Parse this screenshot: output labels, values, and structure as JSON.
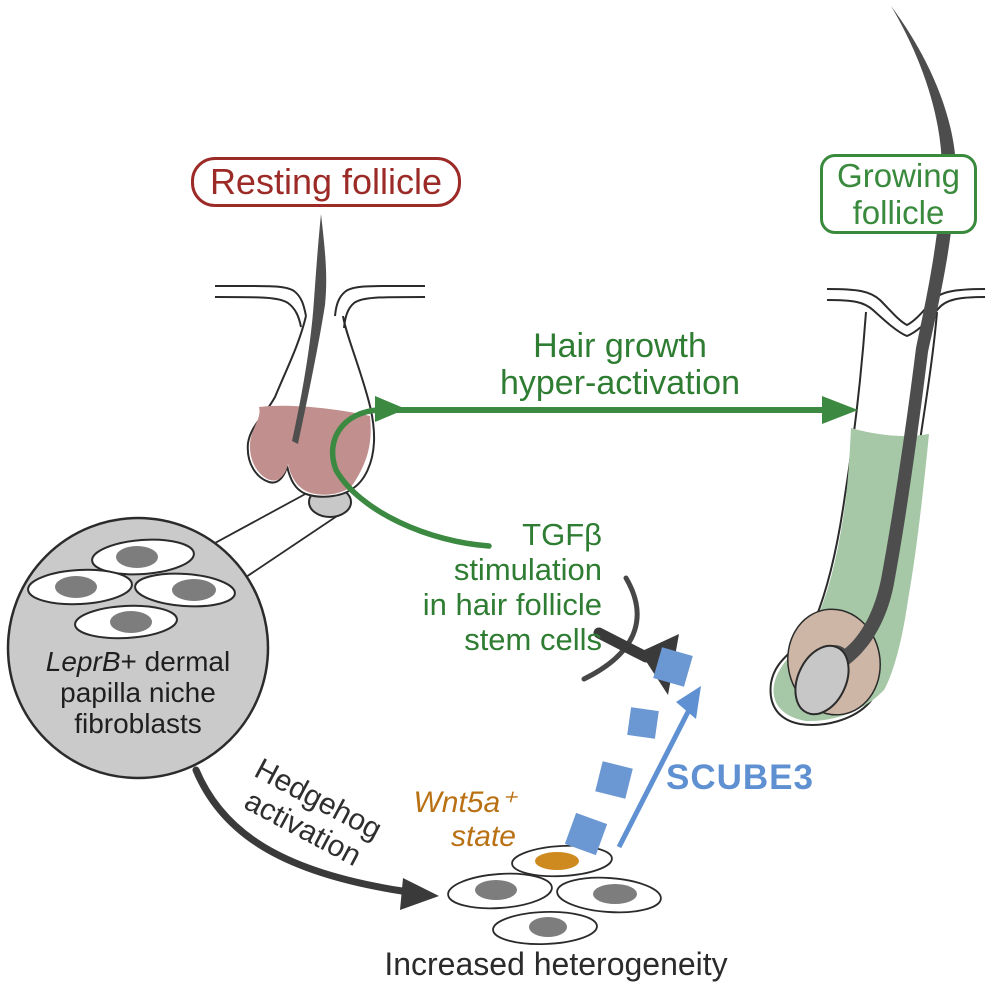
{
  "labels": {
    "resting": "Resting follicle",
    "growing_line1": "Growing",
    "growing_line2": "follicle",
    "hair_growth_line1": "Hair growth",
    "hair_growth_line2": "hyper-activation",
    "tgfb_line1": "TGFβ",
    "tgfb_line2": "stimulation",
    "tgfb_line3": "in hair follicle",
    "tgfb_line4": "stem cells",
    "scube3": "SCUBE3",
    "wnt5a_line1": "Wnt5a⁺",
    "wnt5a_line2": "state",
    "hedgehog_line1": "Hedgehog",
    "hedgehog_line2": "activation",
    "increased": "Increased heterogeneity",
    "magnifier_italic": "LeprB",
    "magnifier_rest": "+ dermal",
    "magnifier_line2": "papilla niche",
    "magnifier_line3": "fibroblasts"
  },
  "colors": {
    "resting_red": "#9c2b28",
    "green": "#3a8a3e",
    "green_text": "#2f7d33",
    "blue": "#6b97d3",
    "blue_text": "#5f90d1",
    "orange_text": "#b97114",
    "orange_nucleus": "#ce8a1e",
    "rose_bulge": "#c18f8d",
    "sage_follicle": "#a6c8a7",
    "tan_matrix": "#cdb6a6",
    "circle_gray": "#cacaca",
    "nucleus_gray": "#7d7d7d",
    "hair_gray": "#4d4d4d",
    "outline": "#2b2b2b"
  }
}
